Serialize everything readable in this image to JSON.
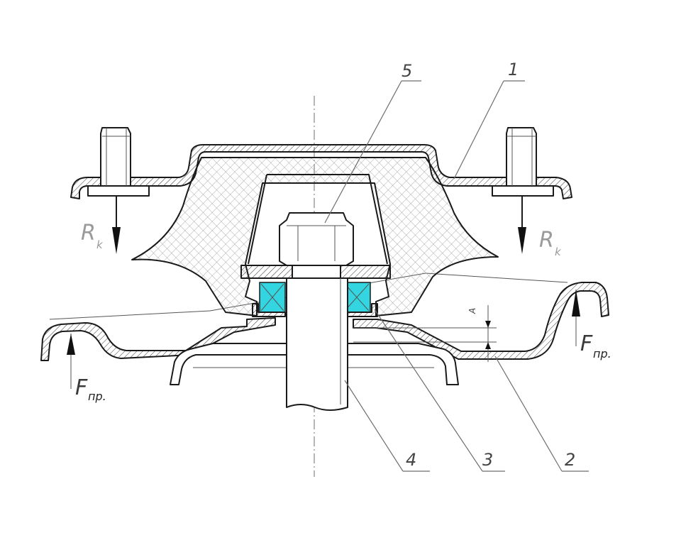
{
  "labels": {
    "part_1": "1",
    "part_2": "2",
    "part_3": "3",
    "part_4": "4",
    "part_5": "5",
    "dimension": "A"
  },
  "forces": {
    "reaction": {
      "symbol": "R",
      "subscript": "k"
    },
    "spring": {
      "symbol": "F",
      "subscript": "пр."
    }
  },
  "colors": {
    "bearing": "#33d6e0",
    "outline": "#1a1a1a",
    "leader": "#6e6e6e",
    "force_label": "#9a9a9a"
  }
}
